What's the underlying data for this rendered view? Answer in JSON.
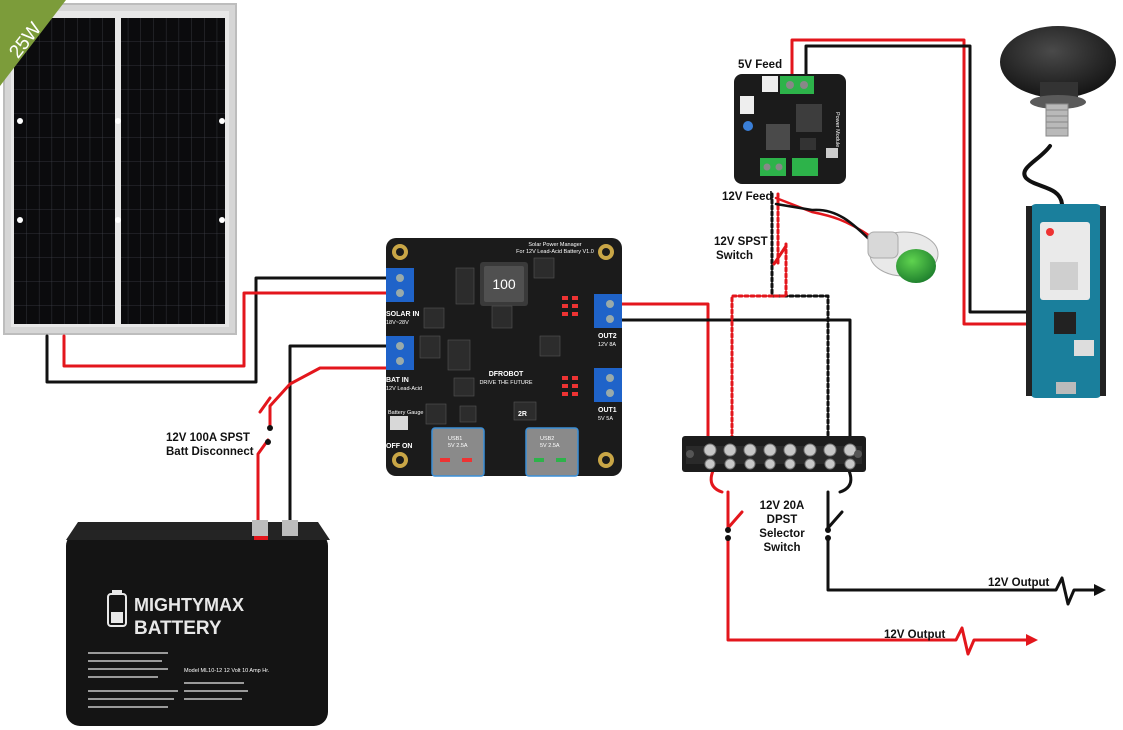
{
  "solar_panel": {
    "badge": "25W"
  },
  "power_manager": {
    "title_line1": "Solar Power Manager",
    "title_line2": "For 12V Lead-Acid Battery V1.0",
    "inductor": "100",
    "brand": "DFROBOT",
    "tagline": "DRIVE THE FUTURE",
    "solar_in": "SOLAR IN",
    "solar_in_range": "18V~28V",
    "bat_in": "BAT IN",
    "bat_in_type": "12V Lead-Acid",
    "battery_gauge": "Battery Gauge",
    "off_on": "OFF   ON",
    "out2": "OUT2",
    "out2_rating": "12V 8A",
    "out1": "OUT1",
    "out1_rating": "5V 5A",
    "usb1": "USB1",
    "usb1_rating": "5V 2.5A",
    "usb2": "USB2",
    "usb2_rating": "5V 2.5A",
    "chip_2r": "2R"
  },
  "power_module": {
    "side_label": "Power Module"
  },
  "battery": {
    "brand_line1": "MIGHTYMAX",
    "brand_line2": "BATTERY",
    "model": "Model ML10-12   12 Volt 10 Amp Hr."
  },
  "labels": {
    "five_v_feed": "5V Feed",
    "twelve_v_feed": "12V Feed",
    "spst_line1": "12V  SPST",
    "spst_line2": "Switch",
    "batt_line1": "12V 100A SPST",
    "batt_line2": "Batt Disconnect",
    "dpst_line1": "12V 20A",
    "dpst_line2": "DPST",
    "dpst_line3": "Selector",
    "dpst_line4": "Switch",
    "output_black": "12V Output",
    "output_red": "12V Output"
  },
  "colors": {
    "wire_red": "#e3161c",
    "wire_black": "#111111",
    "pcb_black": "#1b1b1b",
    "terminal_blue": "#1f63c9",
    "terminal_green": "#2db34a",
    "badge_green": "#7c9c3a"
  }
}
